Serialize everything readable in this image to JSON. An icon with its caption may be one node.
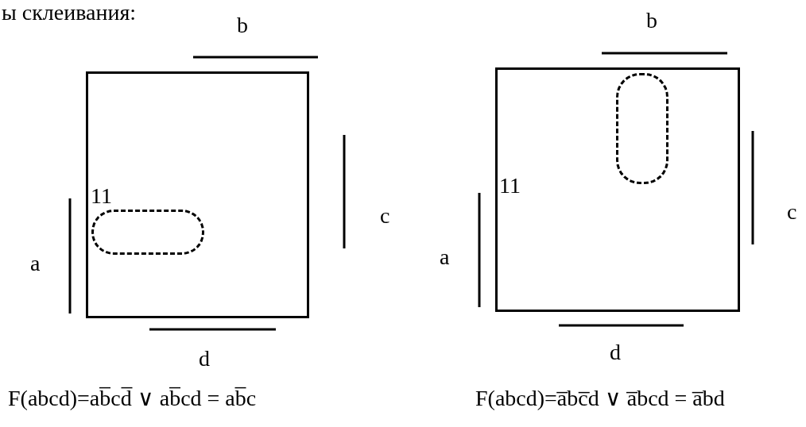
{
  "diagram": {
    "nodes": [
      {
        "text": [
          "11"
        ]
      },
      {
        "text": [
          "11"
        ]
      },
      {
        "text": [],
        "shape": "oval",
        "in": 0
      },
      {
        "text": [],
        "shape": "oval",
        "in": 1
      }
    ],
    "labels": [
      "ы склеивания:",
      "b",
      "c",
      "a",
      "d",
      "F(abcd)=ab̅cd̅ ∨ ab̅cd = ab̅c",
      "b",
      "c",
      "a",
      "d",
      "F(abcd)=a̅bc̅d ∨ a̅bcd = a̅bd"
    ]
  }
}
